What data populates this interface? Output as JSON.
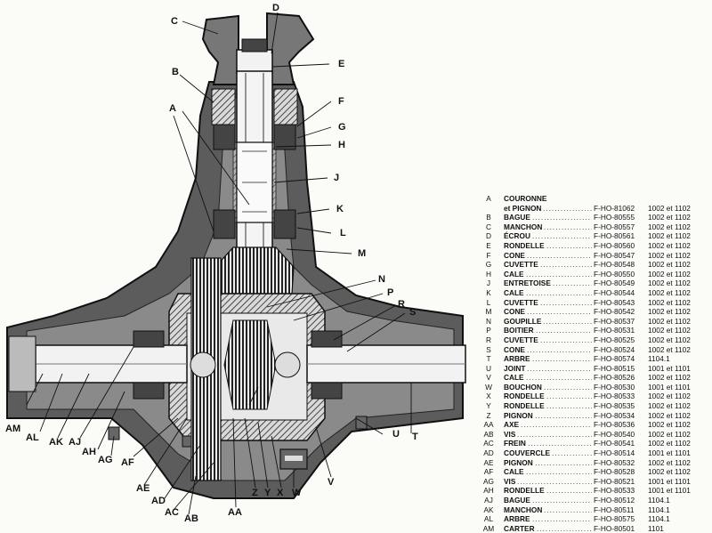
{
  "callouts": [
    {
      "id": "C",
      "label": "C"
    },
    {
      "id": "D",
      "label": "D"
    },
    {
      "id": "E",
      "label": "E"
    },
    {
      "id": "B",
      "label": "B"
    },
    {
      "id": "F",
      "label": "F"
    },
    {
      "id": "A",
      "label": "A"
    },
    {
      "id": "G",
      "label": "G"
    },
    {
      "id": "H",
      "label": "H"
    },
    {
      "id": "J",
      "label": "J"
    },
    {
      "id": "K",
      "label": "K"
    },
    {
      "id": "L",
      "label": "L"
    },
    {
      "id": "M",
      "label": "M"
    },
    {
      "id": "N",
      "label": "N"
    },
    {
      "id": "P",
      "label": "P"
    },
    {
      "id": "R",
      "label": "R"
    },
    {
      "id": "S",
      "label": "S"
    },
    {
      "id": "U",
      "label": "U"
    },
    {
      "id": "T",
      "label": "T"
    },
    {
      "id": "AM",
      "label": "AM"
    },
    {
      "id": "AL",
      "label": "AL"
    },
    {
      "id": "AK",
      "label": "AK"
    },
    {
      "id": "AJ",
      "label": "AJ"
    },
    {
      "id": "AH",
      "label": "AH"
    },
    {
      "id": "AG",
      "label": "AG"
    },
    {
      "id": "AF",
      "label": "AF"
    },
    {
      "id": "AE",
      "label": "AE"
    },
    {
      "id": "AD",
      "label": "AD"
    },
    {
      "id": "AC",
      "label": "AC"
    },
    {
      "id": "AB",
      "label": "AB"
    },
    {
      "id": "AA",
      "label": "AA"
    },
    {
      "id": "Z",
      "label": "Z"
    },
    {
      "id": "Y",
      "label": "Y"
    },
    {
      "id": "X",
      "label": "X"
    },
    {
      "id": "W",
      "label": "W"
    },
    {
      "id": "V",
      "label": "V"
    }
  ],
  "parts": [
    {
      "letter": "A",
      "name": "COURONNE",
      "ref": "",
      "models": ""
    },
    {
      "letter": "",
      "name": "et PIGNON",
      "ref": "F-HO-81062",
      "models": "1002 et 1102"
    },
    {
      "letter": "B",
      "name": "BAGUE",
      "ref": "F-HO-80555",
      "models": "1002 et 1102"
    },
    {
      "letter": "C",
      "name": "MANCHON",
      "ref": "F-HO-80557",
      "models": "1002 et 1102"
    },
    {
      "letter": "D",
      "name": "ÉCROU",
      "ref": "F-HO-80561",
      "models": "1002 et 1102"
    },
    {
      "letter": "E",
      "name": "RONDELLE",
      "ref": "F-HO-80560",
      "models": "1002 et 1102"
    },
    {
      "letter": "F",
      "name": "CONE",
      "ref": "F-HO-80547",
      "models": "1002 et 1102"
    },
    {
      "letter": "G",
      "name": "CUVETTE",
      "ref": "F-HO-80548",
      "models": "1002 et 1102"
    },
    {
      "letter": "H",
      "name": "CALE",
      "ref": "F-HO-80550",
      "models": "1002 et 1102"
    },
    {
      "letter": "J",
      "name": "ENTRETOISE",
      "ref": "F-HO-80549",
      "models": "1002 et 1102"
    },
    {
      "letter": "K",
      "name": "CALE",
      "ref": "F-HO-80544",
      "models": "1002 et 1102"
    },
    {
      "letter": "L",
      "name": "CUVETTE",
      "ref": "F-HO-80543",
      "models": "1002 et 1102"
    },
    {
      "letter": "M",
      "name": "CONE",
      "ref": "F-HO-80542",
      "models": "1002 et 1102"
    },
    {
      "letter": "N",
      "name": "GOUPILLE",
      "ref": "F-HO-80537",
      "models": "1002 et 1102"
    },
    {
      "letter": "P",
      "name": "BOITIER",
      "ref": "F-HO-80531",
      "models": "1002 et 1102"
    },
    {
      "letter": "R",
      "name": "CUVETTE",
      "ref": "F-HO-80525",
      "models": "1002 et 1102"
    },
    {
      "letter": "S",
      "name": "CONE",
      "ref": "F-HO-80524",
      "models": "1002 et 1102"
    },
    {
      "letter": "T",
      "name": "ARBRE",
      "ref": "F-HO-80574",
      "models": "1104.1"
    },
    {
      "letter": "U",
      "name": "JOINT",
      "ref": "F-HO-80515",
      "models": "1001 et 1101"
    },
    {
      "letter": "V",
      "name": "CALE",
      "ref": "F-HO-80526",
      "models": "1002 et 1102"
    },
    {
      "letter": "W",
      "name": "BOUCHON",
      "ref": "F-HO-80530",
      "models": "1001 et 1101"
    },
    {
      "letter": "X",
      "name": "RONDELLE",
      "ref": "F-HO-80533",
      "models": "1002 et 1102"
    },
    {
      "letter": "Y",
      "name": "RONDELLE",
      "ref": "F-HO-80535",
      "models": "1002 et 1102"
    },
    {
      "letter": "Z",
      "name": "PIGNON",
      "ref": "F-HO-80534",
      "models": "1002 et 1102"
    },
    {
      "letter": "AA",
      "name": "AXE",
      "ref": "F-HO-80536",
      "models": "1002 et 1102"
    },
    {
      "letter": "AB",
      "name": "VIS",
      "ref": "F-HO-80540",
      "models": "1002 et 1102"
    },
    {
      "letter": "AC",
      "name": "FREIN",
      "ref": "F-HO-80541",
      "models": "1002 et 1102"
    },
    {
      "letter": "AD",
      "name": "COUVERCLE",
      "ref": "F-HO-80514",
      "models": "1001 et 1101"
    },
    {
      "letter": "AE",
      "name": "PIGNON",
      "ref": "F-HO-80532",
      "models": "1002 et 1102"
    },
    {
      "letter": "AF",
      "name": "CALE",
      "ref": "F-HO-80528",
      "models": "1002 et 1102"
    },
    {
      "letter": "AG",
      "name": "VIS",
      "ref": "F-HO-80521",
      "models": "1001 et 1101"
    },
    {
      "letter": "AH",
      "name": "RONDELLE",
      "ref": "F-HO-80533",
      "models": "1001 et 1101"
    },
    {
      "letter": "AJ",
      "name": "BAGUE",
      "ref": "F-HO-80512",
      "models": "1104.1"
    },
    {
      "letter": "AK",
      "name": "MANCHON",
      "ref": "F-HO-80511",
      "models": "1104.1"
    },
    {
      "letter": "AL",
      "name": "ARBRE",
      "ref": "F-HO-80575",
      "models": "1104.1"
    },
    {
      "letter": "AM",
      "name": "CARTER",
      "ref": "F-HO-80501",
      "models": "1101"
    }
  ]
}
